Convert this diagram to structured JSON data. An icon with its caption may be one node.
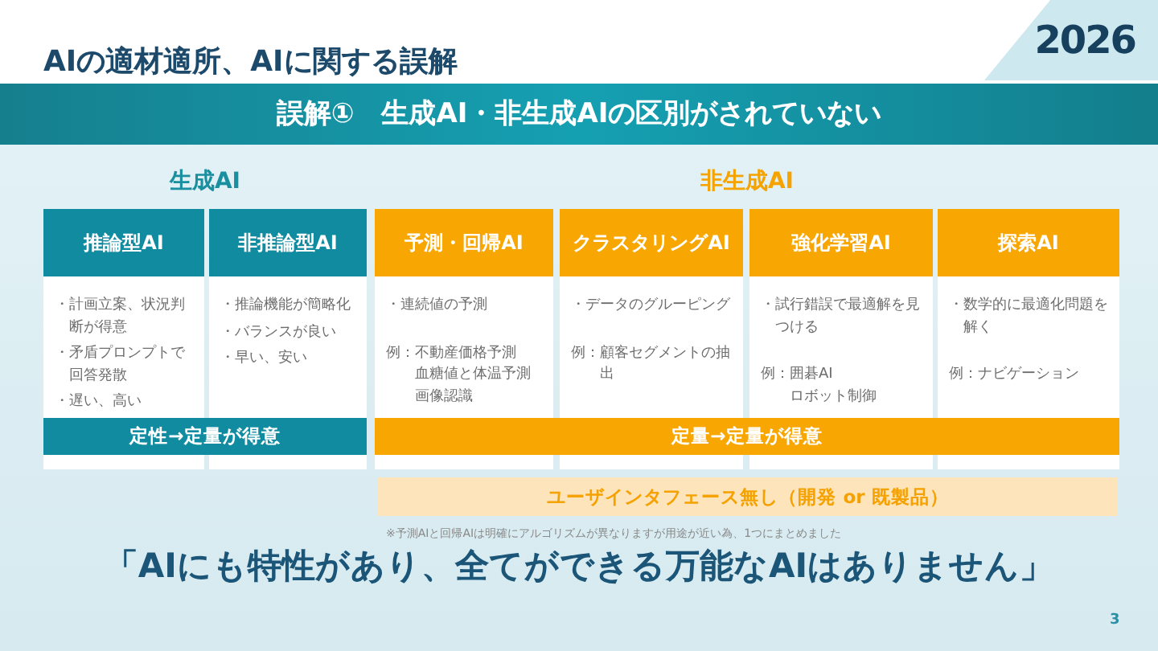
{
  "diagram": {
    "title": "AIの適材適所、AIに関する誤解",
    "caption": "「AIにも特性があり、全てができる万能なAIはありません」",
    "nodes": [
      {
        "text": [
          "2026"
        ]
      },
      {
        "text": [
          "誤解①　生成AI・非生成AIの区別がされていない"
        ]
      },
      {
        "text": [
          "推論型AI",
          "・計画立案、状況判断が得意",
          "・矛盾プロンプトで回答発散",
          "・遅い、高い"
        ]
      },
      {
        "text": [
          "非推論型AI",
          "・推論機能が簡略化",
          "・バランスが良い",
          "・早い、安い"
        ]
      },
      {
        "text": [
          "予測・回帰AI",
          "・連続値の予測",
          "例：不動産価格予測",
          "血糖値と体温予測",
          "画像認識"
        ]
      },
      {
        "text": [
          "クラスタリングAI",
          "・データのグルーピング",
          "例：顧客セグメントの抽出"
        ]
      },
      {
        "text": [
          "強化学習AI",
          "・試行錯誤で最適解を見つける",
          "例：囲碁AI",
          "ロボット制御"
        ]
      },
      {
        "text": [
          "探索AI",
          "・数学的に最適化問題を解く",
          "例：ナビゲーション"
        ]
      },
      {
        "text": [
          "定性→定量が得意"
        ]
      },
      {
        "text": [
          "定量→定量が得意"
        ]
      },
      {
        "text": [
          "ユーザインタフェース無し（開発 or 既製品）"
        ]
      }
    ],
    "labels": [
      "生成AI",
      "非生成AI",
      "※予測AIと回帰AIは明確にアルゴリズムが異なりますが用途が近い為、1つにまとめました",
      "3"
    ]
  }
}
